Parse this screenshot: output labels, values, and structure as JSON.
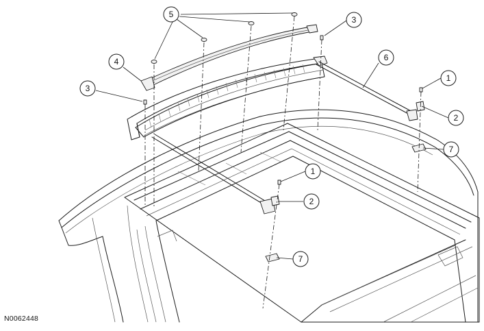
{
  "figure": {
    "code": "N0062448"
  },
  "callouts": [
    {
      "id": "c5",
      "label": "5"
    },
    {
      "id": "c3a",
      "label": "3"
    },
    {
      "id": "c4",
      "label": "4"
    },
    {
      "id": "c6",
      "label": "6"
    },
    {
      "id": "c3b",
      "label": "3"
    },
    {
      "id": "c1a",
      "label": "1"
    },
    {
      "id": "c2a",
      "label": "2"
    },
    {
      "id": "c7a",
      "label": "7"
    },
    {
      "id": "c1b",
      "label": "1"
    },
    {
      "id": "c2b",
      "label": "2"
    },
    {
      "id": "c7b",
      "label": "7"
    }
  ]
}
